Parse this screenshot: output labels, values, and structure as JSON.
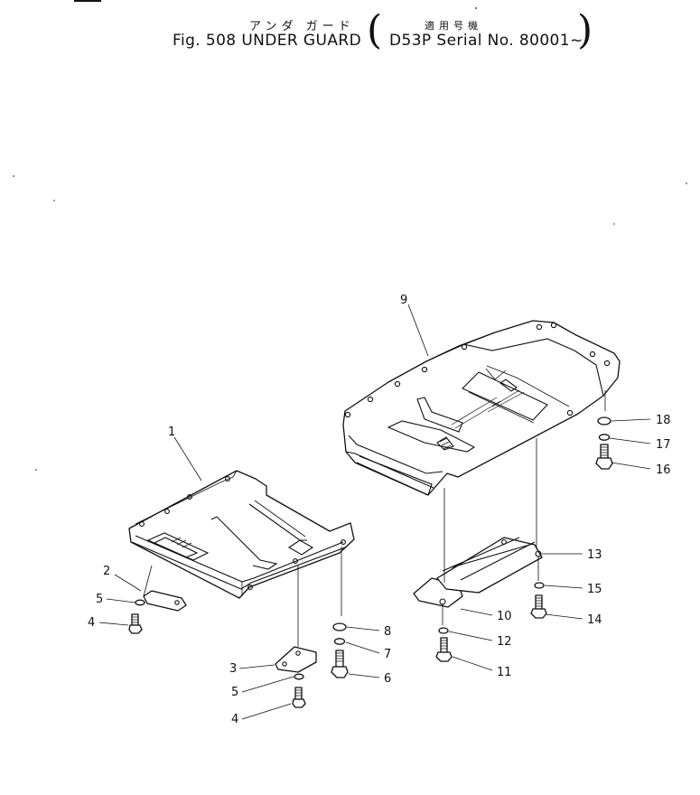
{
  "header": {
    "jp_title": "アンダ  ガード",
    "jp_applicability": "適用号機",
    "fig_title": "Fig. 508   UNDER GUARD",
    "serial_title": "D53P Serial No. 80001~",
    "paren_left": "(",
    "paren_right": ")"
  },
  "callouts": [
    {
      "id": "c1",
      "label": "1"
    },
    {
      "id": "c2",
      "label": "2"
    },
    {
      "id": "c3",
      "label": "3"
    },
    {
      "id": "c4a",
      "label": "4"
    },
    {
      "id": "c4b",
      "label": "4"
    },
    {
      "id": "c5a",
      "label": "5"
    },
    {
      "id": "c5b",
      "label": "5"
    },
    {
      "id": "c6",
      "label": "6"
    },
    {
      "id": "c7",
      "label": "7"
    },
    {
      "id": "c8",
      "label": "8"
    },
    {
      "id": "c9",
      "label": "9"
    },
    {
      "id": "c10",
      "label": "10"
    },
    {
      "id": "c11",
      "label": "11"
    },
    {
      "id": "c12",
      "label": "12"
    },
    {
      "id": "c13",
      "label": "13"
    },
    {
      "id": "c14",
      "label": "14"
    },
    {
      "id": "c15",
      "label": "15"
    },
    {
      "id": "c16",
      "label": "16"
    },
    {
      "id": "c17",
      "label": "17"
    },
    {
      "id": "c18",
      "label": "18"
    }
  ]
}
